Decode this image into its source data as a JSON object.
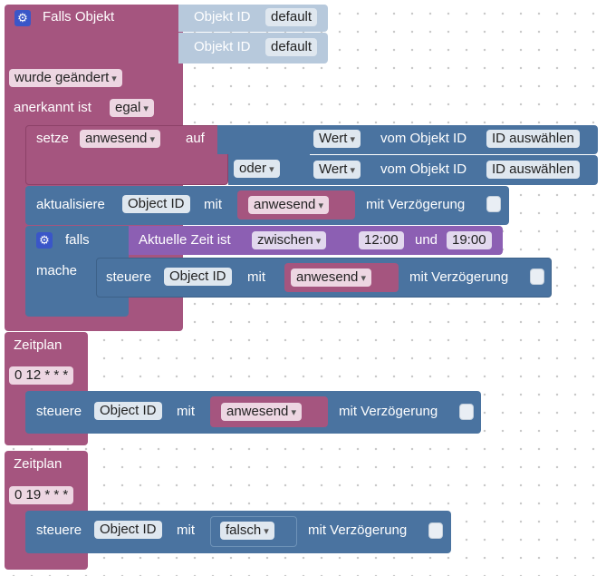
{
  "trigger_block": {
    "title": "Falls Objekt",
    "object_label": "Objekt ID",
    "object_value_1": "default",
    "object_value_2": "default",
    "change_option": "wurde geändert",
    "ack_label": "anerkannt ist",
    "ack_value": "egal"
  },
  "set_block": {
    "label": "setze",
    "variable": "anwesend",
    "to_label": "auf",
    "or_label": "oder",
    "value_label_1": "Wert",
    "value_label_2": "Wert",
    "from_object_label_1": "vom Objekt ID",
    "from_object_label_2": "vom Objekt ID",
    "select_id_1": "ID auswählen",
    "select_id_2": "ID auswählen"
  },
  "update_block": {
    "label": "aktualisiere",
    "object_id": "Object ID",
    "with_label": "mit",
    "variable": "anwesend",
    "delay_label": "mit Verzögerung"
  },
  "if_block": {
    "if_label": "falls",
    "do_label": "mache",
    "time_label": "Aktuelle Zeit ist",
    "operator": "zwischen",
    "start_time": "12:00",
    "and_label": "und",
    "end_time": "19:00"
  },
  "control_block_1": {
    "label": "steuere",
    "object_id": "Object ID",
    "with_label": "mit",
    "variable": "anwesend",
    "delay_label": "mit Verzögerung"
  },
  "schedule_1": {
    "title": "Zeitplan",
    "cron": "0 12 * * *",
    "control": {
      "label": "steuere",
      "object_id": "Object ID",
      "with_label": "mit",
      "variable": "anwesend",
      "delay_label": "mit Verzögerung"
    }
  },
  "schedule_2": {
    "title": "Zeitplan",
    "cron": "0 19 * * *",
    "control": {
      "label": "steuere",
      "object_id": "Object ID",
      "with_label": "mit",
      "value": "falsch",
      "delay_label": "mit Verzögerung"
    }
  },
  "colors": {
    "trigger": "#a5557f",
    "action": "#4a73a0",
    "value": "#b7c9dc",
    "logic": "#8c5fb3",
    "gear": "#3a56c8"
  },
  "icons": [
    "gear-icon",
    "dropdown-arrow-icon"
  ]
}
